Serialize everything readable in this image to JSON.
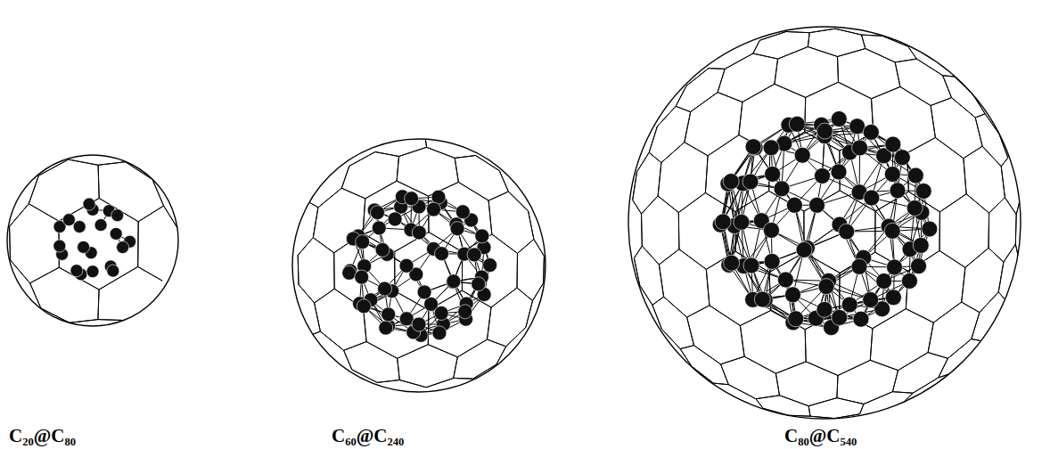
{
  "diagram": {
    "labels": [
      "C₂₀@C₈₀",
      "C₆₀@C₂₄₀",
      "C₈₀@C₅₄₀"
    ]
  }
}
